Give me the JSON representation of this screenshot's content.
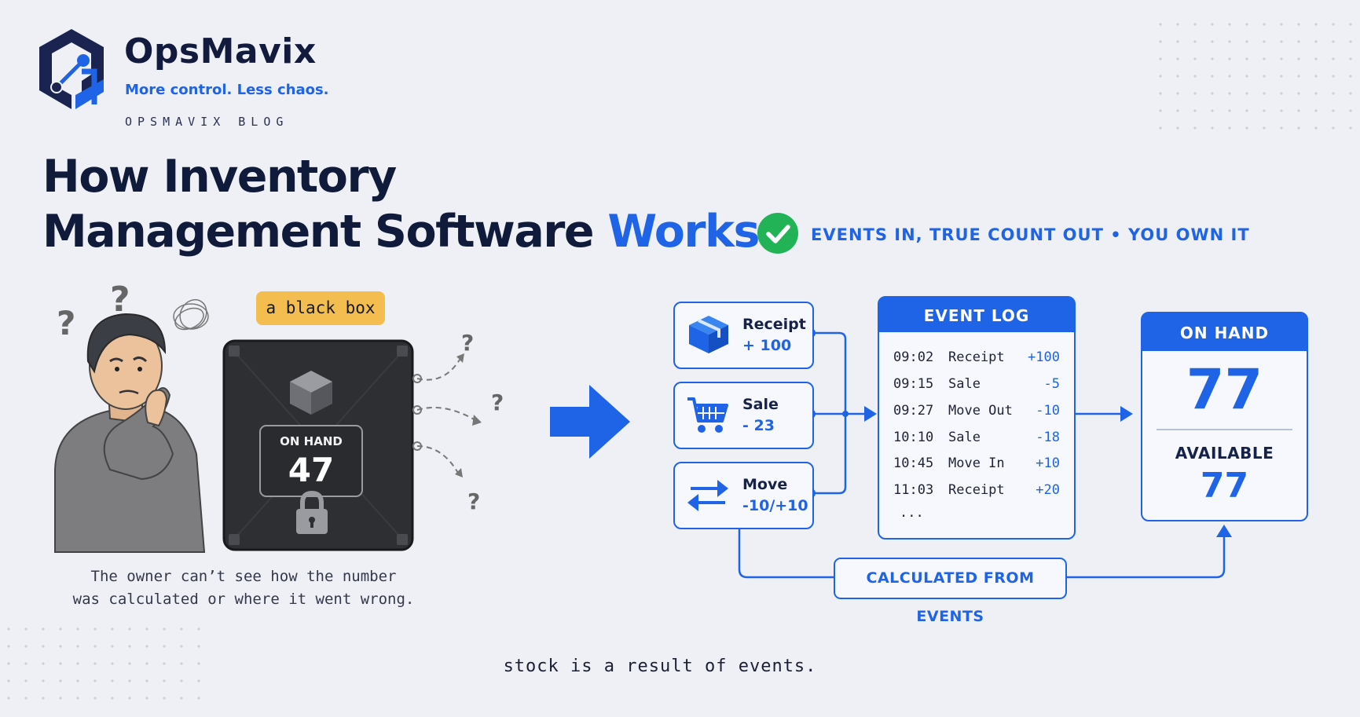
{
  "brand": {
    "name": "OpsMavix",
    "tagline": "More control. Less chaos.",
    "section": "OPSMAVIX BLOG"
  },
  "headline": {
    "line1": "How Inventory",
    "line2_main": "Management Software",
    "line2_accent": "Works"
  },
  "badge": {
    "text": "EVENTS IN, TRUE COUNT OUT • YOU OWN IT",
    "icon": "check-circle-icon"
  },
  "black_box": {
    "tag": "a black box",
    "screen_label": "ON HAND",
    "screen_value": "47",
    "caption_line1": "The owner can’t see how the number",
    "caption_line2": "was calculated or where it went wrong."
  },
  "events": [
    {
      "label": "Receipt",
      "value": "+ 100",
      "icon": "package-icon"
    },
    {
      "label": "Sale",
      "value": "- 23",
      "icon": "shopping-cart-icon"
    },
    {
      "label": "Move",
      "value": "-10/+10",
      "icon": "swap-arrows-icon"
    }
  ],
  "event_log": {
    "title": "EVENT LOG",
    "rows": [
      {
        "time": "09:02",
        "event": "Receipt",
        "delta": "+100"
      },
      {
        "time": "09:15",
        "event": "Sale",
        "delta": "-5"
      },
      {
        "time": "09:27",
        "event": "Move Out",
        "delta": "-10"
      },
      {
        "time": "10:10",
        "event": "Sale",
        "delta": "-18"
      },
      {
        "time": "10:45",
        "event": "Move In",
        "delta": "+10"
      },
      {
        "time": "11:03",
        "event": "Receipt",
        "delta": "+20"
      }
    ],
    "ellipsis": "..."
  },
  "on_hand": {
    "title": "ON HAND",
    "value": "77",
    "available_label": "AVAILABLE",
    "available_value": "77"
  },
  "calculated_label": "CALCULATED FROM EVENTS",
  "footer": "stock is a result of events.",
  "colors": {
    "accent": "#1f63e6",
    "navy": "#101a3a",
    "background": "#eef0f5",
    "tag": "#f4bd50",
    "check": "#22b357",
    "box_dark": "#2e2f33"
  }
}
